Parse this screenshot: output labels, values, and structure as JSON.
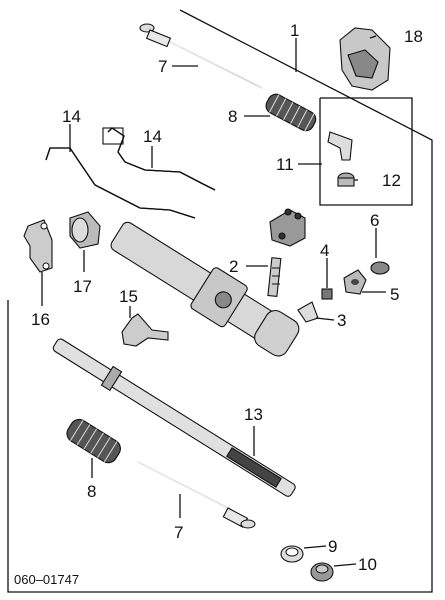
{
  "diagram_code": "060–01747",
  "callouts": [
    {
      "id": "c1",
      "label": "1"
    },
    {
      "id": "c18",
      "label": "18"
    },
    {
      "id": "c7top",
      "label": "7"
    },
    {
      "id": "c8top",
      "label": "8"
    },
    {
      "id": "c14a",
      "label": "14"
    },
    {
      "id": "c14b",
      "label": "14"
    },
    {
      "id": "c11",
      "label": "11"
    },
    {
      "id": "c12",
      "label": "12"
    },
    {
      "id": "c6",
      "label": "6"
    },
    {
      "id": "c4",
      "label": "4"
    },
    {
      "id": "c2",
      "label": "2"
    },
    {
      "id": "c5",
      "label": "5"
    },
    {
      "id": "c3",
      "label": "3"
    },
    {
      "id": "c17",
      "label": "17"
    },
    {
      "id": "c15",
      "label": "15"
    },
    {
      "id": "c16",
      "label": "16"
    },
    {
      "id": "c13",
      "label": "13"
    },
    {
      "id": "c8bot",
      "label": "8"
    },
    {
      "id": "c7bot",
      "label": "7"
    },
    {
      "id": "c9",
      "label": "9"
    },
    {
      "id": "c10",
      "label": "10"
    }
  ]
}
